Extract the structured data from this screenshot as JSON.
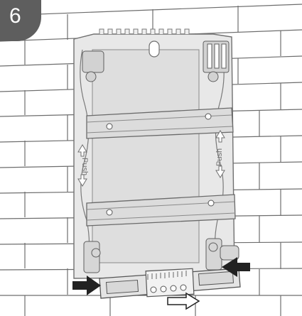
{
  "step": {
    "number": "6"
  },
  "labels": {
    "push_left": "Push",
    "push_right": "Push"
  },
  "colors": {
    "wall_line": "#6d6d6d",
    "frame_fill": "#e8e8e8",
    "frame_stroke": "#707070",
    "rail_fill": "#dcdcdc",
    "arrow_fill": "#222222",
    "badge_fill": "#5e5e5e"
  },
  "icons": [
    "push-direction-arrow-icon",
    "press-arrow-icon",
    "pull-arrow-icon",
    "screw-icon"
  ]
}
